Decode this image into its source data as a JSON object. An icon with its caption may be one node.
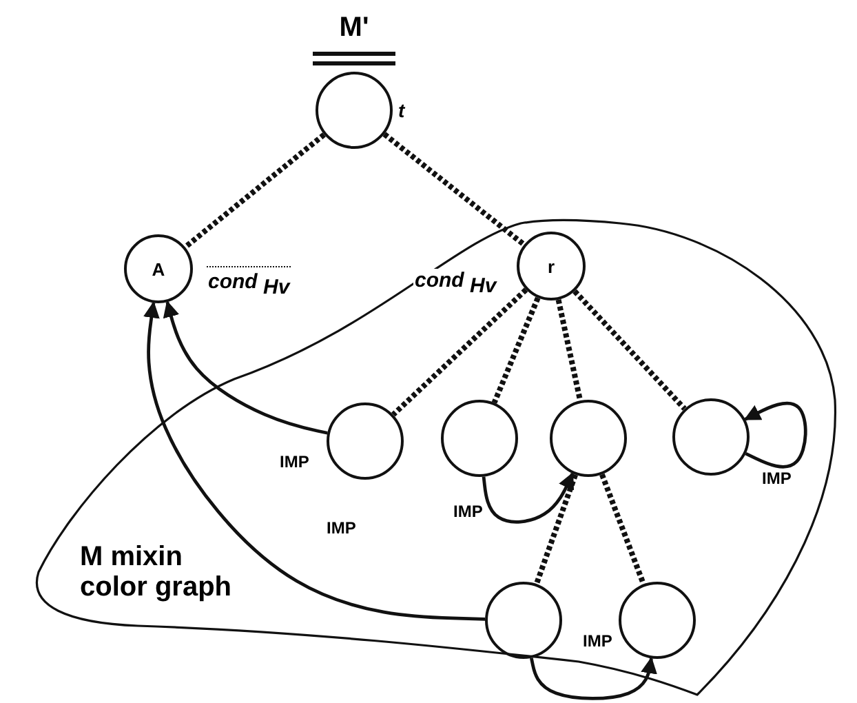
{
  "diagram": {
    "nodes": [
      {
        "text": [
          "M'"
        ],
        "beside": [
          "t"
        ]
      },
      {
        "text": [
          "A"
        ]
      },
      {
        "text": [
          "M mixin color graph"
        ]
      },
      {
        "text": [
          "r"
        ],
        "in": 2
      },
      {
        "text": [],
        "shape": "circle",
        "in": 2
      },
      {
        "text": [],
        "shape": "circle",
        "in": 2
      },
      {
        "text": [],
        "shape": "circle",
        "in": 2
      },
      {
        "text": [],
        "shape": "circle",
        "in": 2
      },
      {
        "text": [],
        "shape": "circle",
        "in": 2
      },
      {
        "text": [],
        "shape": "circle",
        "in": 2
      }
    ],
    "edges": [
      {
        "from": 0,
        "to": 1,
        "arrow": "none",
        "style": "dashed",
        "label": "cond $_{Hv}$"
      },
      {
        "from": 0,
        "to": 3,
        "arrow": "none",
        "style": "dashed",
        "label": "cond $_{Hv}$"
      },
      {
        "from": 3,
        "to": 4,
        "arrow": "none",
        "style": "dashed"
      },
      {
        "from": 3,
        "to": 5,
        "arrow": "none",
        "style": "dashed"
      },
      {
        "from": 3,
        "to": 6,
        "arrow": "none",
        "style": "dashed"
      },
      {
        "from": 3,
        "to": 7,
        "arrow": "none",
        "style": "dashed"
      },
      {
        "from": 6,
        "to": 8,
        "arrow": "none",
        "style": "dashed"
      },
      {
        "from": 6,
        "to": 9,
        "arrow": "none",
        "style": "dashed"
      },
      {
        "from": 4,
        "to": 1,
        "arrow": "to",
        "label": "IMP"
      },
      {
        "from": 5,
        "to": 6,
        "arrow": "to",
        "label": "IMP"
      },
      {
        "from": 7,
        "to": 7,
        "arrow": "to",
        "label": "IMP"
      },
      {
        "from": 8,
        "to": 1,
        "arrow": "to",
        "label": "IMP"
      },
      {
        "from": 8,
        "to": 9,
        "arrow": "to",
        "label": "IMP"
      }
    ]
  }
}
